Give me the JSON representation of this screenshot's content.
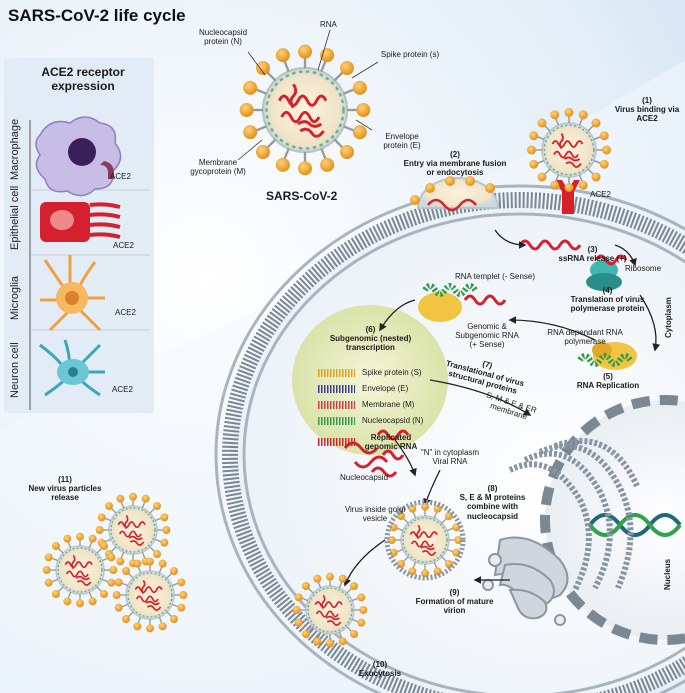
{
  "title": "SARS-CoV-2 life cycle",
  "virion": {
    "name": "SARS-CoV-2",
    "labels": {
      "nucleocapsid": "Nucleocapsid protein (N)",
      "rna": "RNA",
      "spike": "Spike protein (s)",
      "envelope": "Envelope protein (E)",
      "membrane": "Membrane gycoprotein (M)"
    }
  },
  "ace2_panel": {
    "title": "ACE2 receptor expression",
    "cells": [
      {
        "name": "Macrophage",
        "receptor": "ACE2"
      },
      {
        "name": "Epithelial cell",
        "receptor": "ACE2"
      },
      {
        "name": "Microglia",
        "receptor": "ACE2"
      },
      {
        "name": "Neuron cell",
        "receptor": "ACE2"
      }
    ]
  },
  "steps": {
    "s1": {
      "num": "(1)",
      "text": "Virus binding via ACE2"
    },
    "s1_receptor": "ACE2",
    "s2": {
      "num": "(2)",
      "text": "Entry via membrane fusion or endocytosis"
    },
    "s3": {
      "num": "(3)",
      "text": "ssRNA release (+)"
    },
    "ribosome": "Ribosome",
    "s4": {
      "num": "(4)",
      "text": "Translation of virus polymerase protein"
    },
    "cytoplasm": "Cytoplasm",
    "rdrp": "RNA dependant RNA polymerase",
    "s5": {
      "num": "(5)",
      "text": "RNA Replication"
    },
    "rna_template": "RNA templet (- Sense)",
    "genomic_rna": "Genomic & Subgenomic RNA (+ Sense)",
    "s6": {
      "num": "(6)",
      "text": "Subgenomic (nested) transcription"
    },
    "s7": {
      "num": "(7)",
      "text": "Translational of virus structural proteins"
    },
    "er_membrane": "S, M & E & ER membrane",
    "n_cytoplasm": "\"N\" in cytoplasm Viral RNA",
    "nucleocapsid": "Nucleocapsid",
    "s8": {
      "num": "(8)",
      "text": "S, E & M proteins combine with nucleocapsid"
    },
    "golgi": "Virus inside golgi vesicle",
    "s9": {
      "num": "(9)",
      "text": "Formation of mature virion"
    },
    "s10": {
      "num": "(10)",
      "text": "Exocytosis"
    },
    "s11": {
      "num": "(11)",
      "text": "New virus particles release"
    },
    "nucleus": "Nucleus"
  },
  "legend": {
    "items": [
      {
        "label": "Spike protein (S)",
        "color": "#e0a020"
      },
      {
        "label": "Envelope (E)",
        "color": "#3a3f9a"
      },
      {
        "label": "Membrane (M)",
        "color": "#d23a4a"
      },
      {
        "label": "Nucleocapsid (N)",
        "color": "#2f9a4a"
      }
    ],
    "replicated": "Replicated genomic RNA"
  },
  "colors": {
    "spike": "#f0a022",
    "rna": "#d8202c",
    "membrane": "#8a9aa8",
    "receptor": "#d8202c",
    "sidebar_bg": "#dbe8f3"
  }
}
